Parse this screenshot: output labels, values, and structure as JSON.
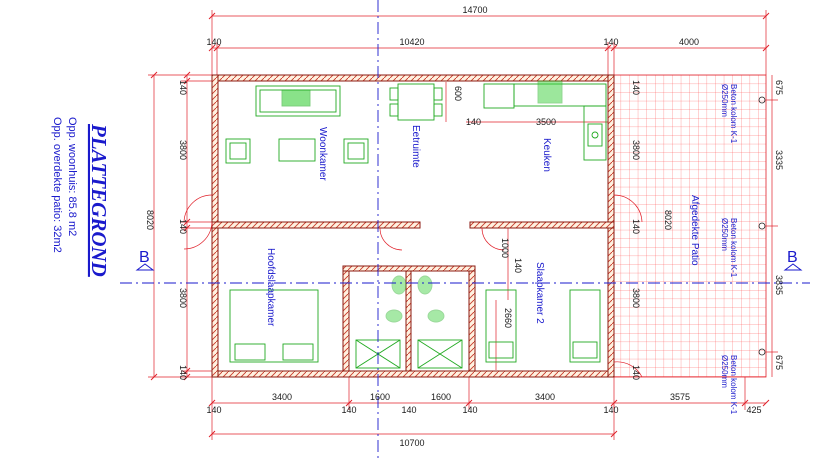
{
  "title": "PLATTEGROND",
  "meta": {
    "woonhuis": "Opp. woonhuis: 85.8 m2",
    "patio": "Opp. overdekte patio: 32m2"
  },
  "rooms": {
    "woonkamer": "Woonkamer",
    "eetruimte": "Eetruimte",
    "keuken": "Keuken",
    "hoofdslaapkamer": "Hoofdslaapkamer",
    "slaapkamer2": "Slaapkamer 2",
    "patio": "Afgedekte Patio"
  },
  "columns": {
    "line1": "Beton kolom K-1",
    "line2": "Ø250mm"
  },
  "section_marker": "B",
  "dims": {
    "top_total": "14700",
    "top_140a": "140",
    "top_10420": "10420",
    "top_140b": "140",
    "top_4000": "4000",
    "d600": "600",
    "d140_inner": "140",
    "d3500": "3500",
    "d1000": "1000",
    "d140_v": "140",
    "d2660": "2660",
    "left_140a": "140",
    "left_3800a": "3800",
    "left_140b": "140",
    "left_3800b": "3800",
    "left_140c": "140",
    "left_total": "8020",
    "mid_140a": "140",
    "mid_3800a": "3800",
    "mid_140b": "140",
    "mid_3800b": "3800",
    "mid_140c": "140",
    "mid_8020": "8020",
    "right_675a": "675",
    "right_3335": "3335",
    "right_3835": "3835",
    "right_675b": "675",
    "bot_140a": "140",
    "bot_3400a": "3400",
    "bot_140b": "140",
    "bot_1600a": "1600",
    "bot_140c": "140",
    "bot_1600b": "1600",
    "bot_140d": "140",
    "bot_3400b": "3400",
    "bot_140e": "140",
    "bot_3575": "3575",
    "bot_425": "425",
    "bot_total": "10700"
  }
}
